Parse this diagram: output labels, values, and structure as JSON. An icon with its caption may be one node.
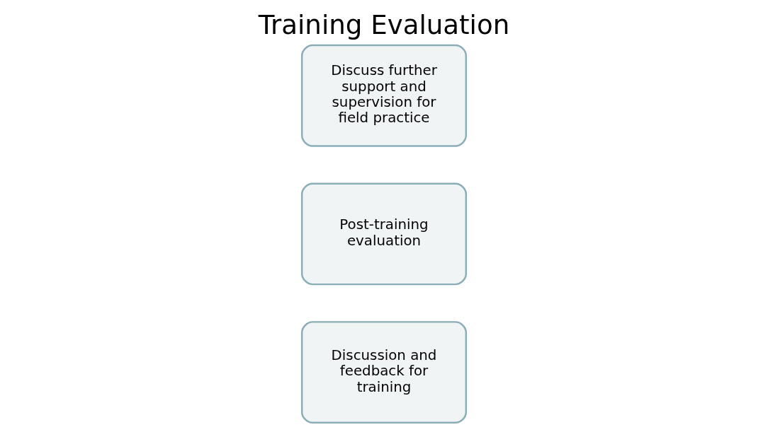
{
  "diagram": {
    "title": "Training Evaluation",
    "nodes": [
      {
        "text": [
          "Discussion and feedback for training"
        ]
      },
      {
        "text": [
          "Post-training evaluation"
        ]
      },
      {
        "text": [
          "Discuss further support and supervision for field practice"
        ]
      }
    ]
  }
}
